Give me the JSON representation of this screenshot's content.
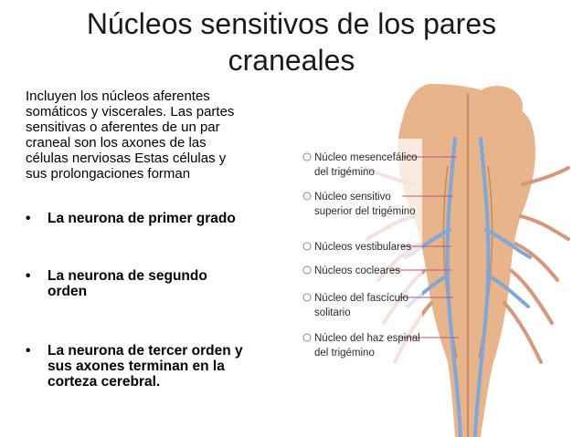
{
  "slide": {
    "title_line1": "Núcleos sensitivos de los pares",
    "title_line2": "craneales",
    "intro": [
      "Incluyen los núcleos aferentes",
      "somáticos y viscerales. Las partes",
      "sensitivas o aferentes de un par",
      "craneal son los axones de las",
      "células nerviosas Estas células y",
      "sus prolongaciones forman"
    ],
    "bullet_symbol": "•",
    "bullets": [
      {
        "lines": [
          "La neurona de primer grado"
        ]
      },
      {
        "lines": [
          "La neurona de segundo",
          "orden"
        ]
      },
      {
        "lines": [
          "La  neurona de tercer orden y",
          "sus axones terminan en la",
          "corteza cerebral."
        ]
      }
    ]
  },
  "figure": {
    "labels": [
      {
        "lines": [
          "Núcleo mesencefálico",
          "del trigémino"
        ]
      },
      {
        "lines": [
          "Núcleo sensitivo",
          "superior del trigémino"
        ]
      },
      {
        "lines": [
          "Núcleos vestibulares"
        ]
      },
      {
        "lines": [
          "Núcleos cocleares"
        ]
      },
      {
        "lines": [
          "Núcleo del fascículo",
          "solitario"
        ]
      },
      {
        "lines": [
          "Núcleo del haz espinal",
          "del trigémino"
        ]
      }
    ],
    "colors": {
      "brainstem": "#e8b48c",
      "brainstem_dark": "#c98a62",
      "nerve": "#d9967a",
      "nucleus_blue": "#7fa8d8",
      "marker_line": "#c0507a"
    }
  }
}
